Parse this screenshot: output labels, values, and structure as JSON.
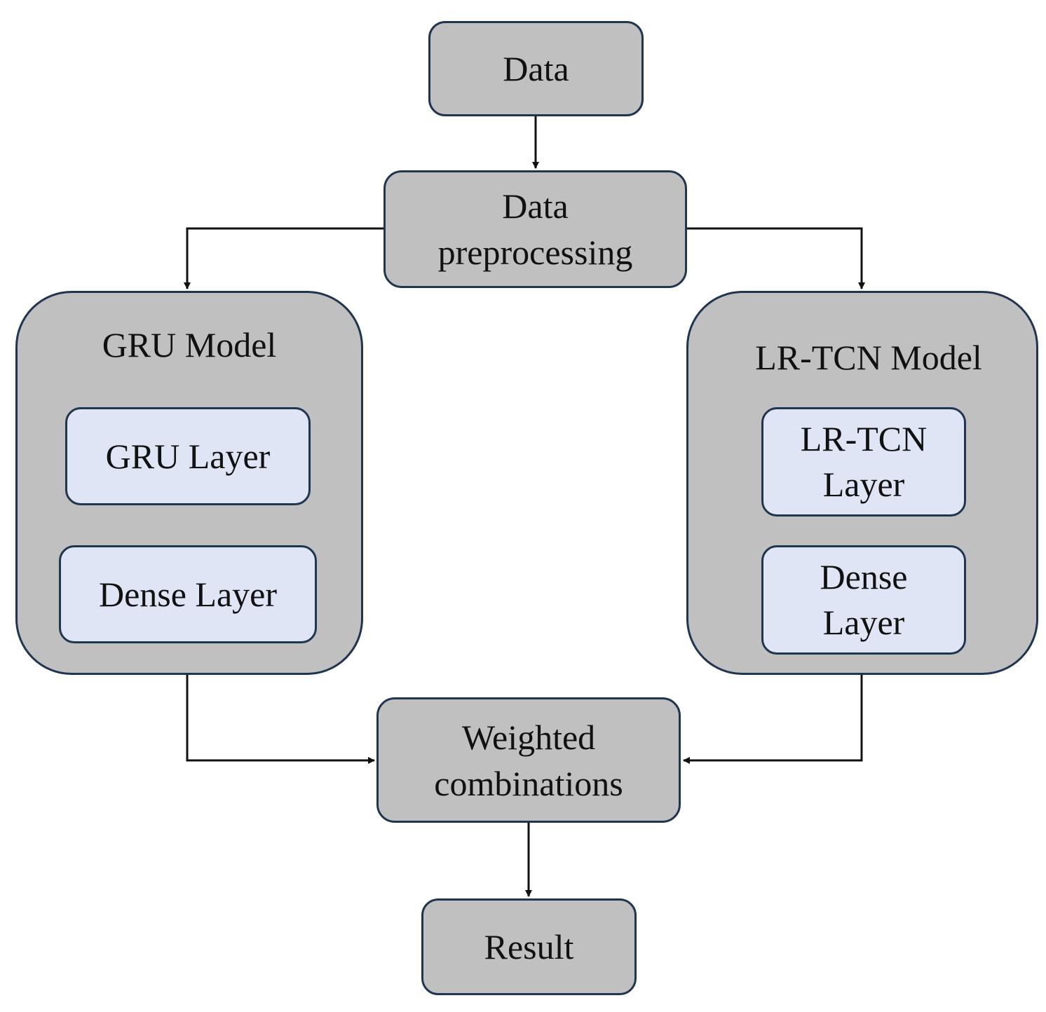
{
  "nodes": {
    "data": {
      "label": "Data"
    },
    "preprocessing": {
      "line1": "Data",
      "line2": "preprocessing"
    },
    "weighted": {
      "line1": "Weighted",
      "line2": "combinations"
    },
    "result": {
      "label": "Result"
    }
  },
  "gru_model": {
    "title": "GRU Model",
    "layers": [
      {
        "label": "GRU Layer"
      },
      {
        "label": "Dense Layer"
      }
    ]
  },
  "lrtcn_model": {
    "title": "LR-TCN Model",
    "layers": [
      {
        "line1": "LR-TCN",
        "line2": "Layer"
      },
      {
        "line1": "Dense",
        "line2": "Layer"
      }
    ]
  },
  "colors": {
    "node_fill": "#c0c0c0",
    "layer_fill": "#dfe5f4",
    "border": "#1f3550",
    "arrow": "#111111"
  }
}
